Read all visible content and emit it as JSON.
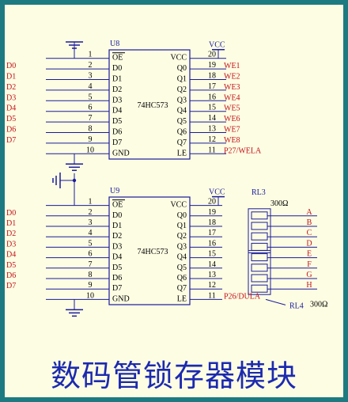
{
  "caption": "数码管锁存器模块",
  "colors": {
    "background": "#1d7a80",
    "paper": "#fdfde3",
    "wire": "#1a1a9c",
    "net_label": "#c4111a",
    "caption": "#1c2ab0"
  },
  "chips": [
    {
      "ref": "U8",
      "part": "74HC573",
      "vcc_label": "VCC",
      "left_pins": [
        {
          "num": "1",
          "name": "OE",
          "net": ""
        },
        {
          "num": "2",
          "name": "D0",
          "net": "D0"
        },
        {
          "num": "3",
          "name": "D1",
          "net": "D1"
        },
        {
          "num": "4",
          "name": "D2",
          "net": "D2"
        },
        {
          "num": "5",
          "name": "D3",
          "net": "D3"
        },
        {
          "num": "6",
          "name": "D4",
          "net": "D4"
        },
        {
          "num": "7",
          "name": "D5",
          "net": "D5"
        },
        {
          "num": "8",
          "name": "D6",
          "net": "D6"
        },
        {
          "num": "9",
          "name": "D7",
          "net": "D7"
        },
        {
          "num": "10",
          "name": "GND",
          "net": ""
        }
      ],
      "right_pins": [
        {
          "num": "20",
          "name": "VCC",
          "net": ""
        },
        {
          "num": "19",
          "name": "Q0",
          "net": "WE1"
        },
        {
          "num": "18",
          "name": "Q1",
          "net": "WE2"
        },
        {
          "num": "17",
          "name": "Q2",
          "net": "WE3"
        },
        {
          "num": "16",
          "name": "Q3",
          "net": "WE4"
        },
        {
          "num": "15",
          "name": "Q4",
          "net": "WE5"
        },
        {
          "num": "14",
          "name": "Q5",
          "net": "WE6"
        },
        {
          "num": "13",
          "name": "Q6",
          "net": "WE7"
        },
        {
          "num": "12",
          "name": "Q7",
          "net": "WE8"
        },
        {
          "num": "11",
          "name": "LE",
          "net": "P27/WELA"
        }
      ]
    },
    {
      "ref": "U9",
      "part": "74HC573",
      "vcc_label": "VCC",
      "left_pins": [
        {
          "num": "1",
          "name": "OE",
          "net": ""
        },
        {
          "num": "2",
          "name": "D0",
          "net": "D0"
        },
        {
          "num": "3",
          "name": "D1",
          "net": "D1"
        },
        {
          "num": "4",
          "name": "D2",
          "net": "D2"
        },
        {
          "num": "5",
          "name": "D3",
          "net": "D3"
        },
        {
          "num": "6",
          "name": "D4",
          "net": "D4"
        },
        {
          "num": "7",
          "name": "D5",
          "net": "D5"
        },
        {
          "num": "8",
          "name": "D6",
          "net": "D6"
        },
        {
          "num": "9",
          "name": "D7",
          "net": "D7"
        },
        {
          "num": "10",
          "name": "GND",
          "net": ""
        }
      ],
      "right_pins": [
        {
          "num": "20",
          "name": "VCC",
          "net": ""
        },
        {
          "num": "19",
          "name": "Q0",
          "net": "A"
        },
        {
          "num": "18",
          "name": "Q1",
          "net": "B"
        },
        {
          "num": "17",
          "name": "Q2",
          "net": "C"
        },
        {
          "num": "16",
          "name": "Q3",
          "net": "D"
        },
        {
          "num": "15",
          "name": "Q4",
          "net": "E"
        },
        {
          "num": "14",
          "name": "Q5",
          "net": "F"
        },
        {
          "num": "13",
          "name": "Q6",
          "net": "G"
        },
        {
          "num": "12",
          "name": "Q7",
          "net": "H"
        },
        {
          "num": "11",
          "name": "LE",
          "net": "P26/DULA"
        }
      ]
    }
  ],
  "resistor_arrays": [
    {
      "ref": "RL3",
      "value": "300Ω"
    },
    {
      "ref": "RL4",
      "value": "300Ω"
    }
  ]
}
